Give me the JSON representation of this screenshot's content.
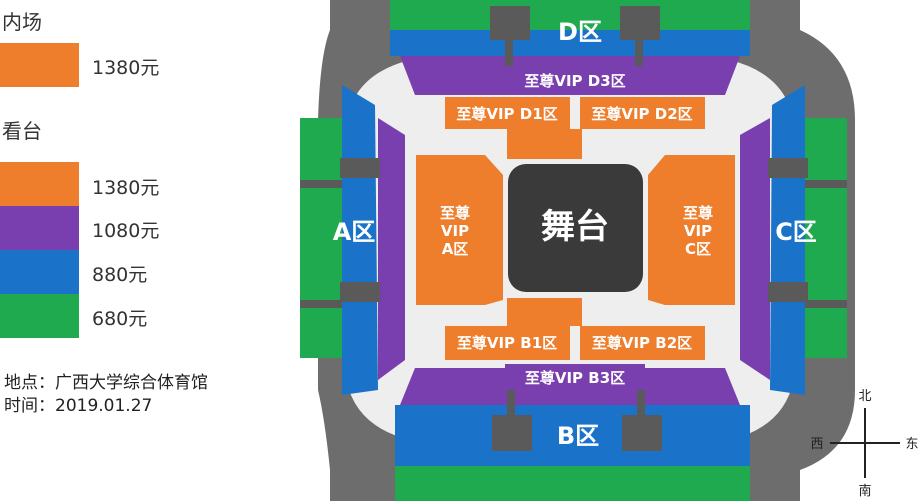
{
  "legend": {
    "floor_title": "内场",
    "floor_items": [
      {
        "price": "1380元",
        "color": "#ee7d2c"
      }
    ],
    "stand_title": "看台",
    "stand_items": [
      {
        "price": "1380元",
        "color": "#ee7d2c"
      },
      {
        "price": "1080元",
        "color": "#7a3fae"
      },
      {
        "price": "880元",
        "color": "#1a73c9"
      },
      {
        "price": "680元",
        "color": "#1faa4f"
      }
    ]
  },
  "info": {
    "location": "地点：广西大学综合体育馆",
    "time": "时间：2019.01.27"
  },
  "map": {
    "stage": "舞台",
    "zones": {
      "a": "A区",
      "b": "B区",
      "c": "C区",
      "d": "D区"
    },
    "vip": {
      "d1": "至尊VIP D1区",
      "d2": "至尊VIP D2区",
      "d3": "至尊VIP D3区",
      "b1": "至尊VIP B1区",
      "b2": "至尊VIP B2区",
      "b3": "至尊VIP B3区",
      "a_line1": "至尊",
      "a_line2": "VIP",
      "a_line3": "A区",
      "c_line1": "至尊",
      "c_line2": "VIP",
      "c_line3": "C区"
    },
    "compass": {
      "north": "北",
      "south": "南",
      "east": "东",
      "west": "西"
    }
  }
}
